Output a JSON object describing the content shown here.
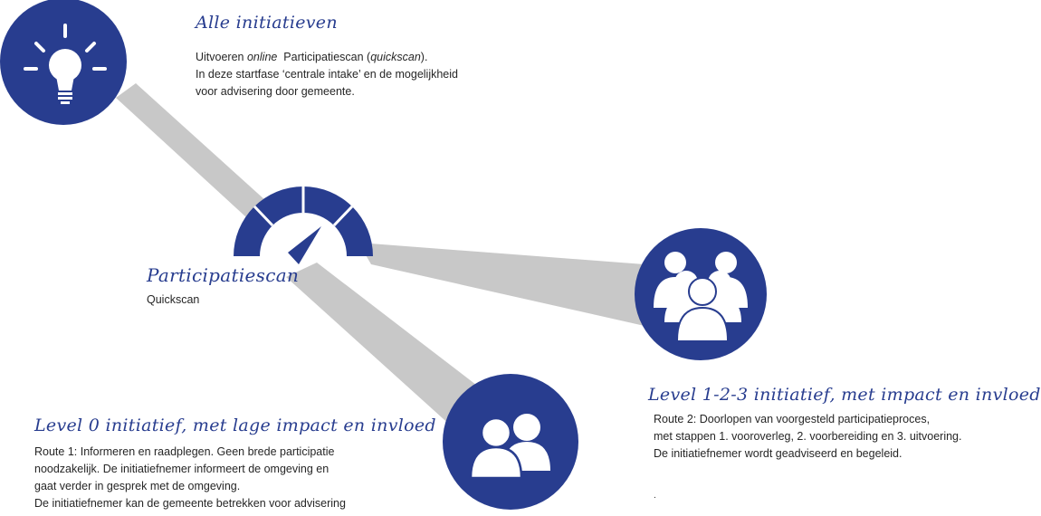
{
  "colors": {
    "navy": "#283d8f",
    "connector_gray": "#c8c8c8",
    "text": "#262626"
  },
  "nodes": {
    "all_initiatives": {
      "icon": "lightbulb-icon",
      "title": "Alle initiatieven",
      "line1_prefix": "Uitvoeren ",
      "line1_online": "online",
      "line1_mid": "  Participatiescan (",
      "line1_quickscan": "quickscan",
      "line1_suffix": ").",
      "line2": "In deze startfase ‘centrale intake’ en de mogelijkheid",
      "line3": "voor advisering door gemeente."
    },
    "participation_scan": {
      "icon": "gauge-icon",
      "title": "Participatiescan",
      "subtitle": "Quickscan"
    },
    "level_123": {
      "icon": "group-people-icon",
      "title": "Level 1-2-3 initiatief, met impact en invloed",
      "lines": [
        "Route 2: Doorlopen van voorgesteld participatieproces,",
        "met stappen 1. vooroverleg, 2. voorbereiding en 3. uitvoering.",
        "De initiatiefnemer wordt geadviseerd en begeleid."
      ],
      "stray": "."
    },
    "level_0": {
      "icon": "two-people-icon",
      "title": "Level 0 initiatief, met lage impact en invloed",
      "lines": [
        "Route 1: Informeren en raadplegen. Geen brede participatie",
        "noodzakelijk. De initiatiefnemer informeert de omgeving en",
        "gaat verder in gesprek met de omgeving.",
        "De initiatiefnemer kan de gemeente betrekken voor advisering"
      ]
    }
  }
}
